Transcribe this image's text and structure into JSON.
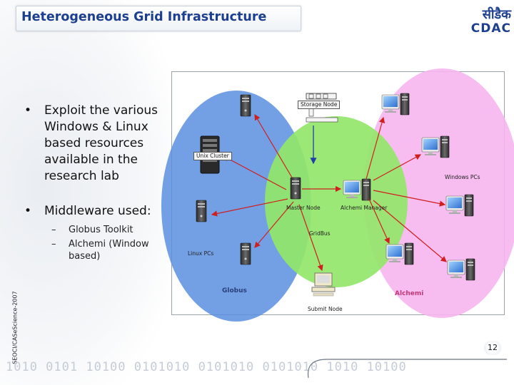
{
  "slide": {
    "title": "Heterogeneous Grid Infrastructure",
    "logo_hindi": "सीडैक",
    "logo_latin": "CDAC",
    "side_text": "SEOCI/CASeScience-2007",
    "footer_digits": "1010 0101 10100 0101010 0101010 0101010 1010 10100",
    "page_number": "12"
  },
  "bullets": [
    {
      "marker": "•",
      "text": "Exploit the various Windows & Linux based resources available in the research lab"
    },
    {
      "marker": "•",
      "text": "Middleware used:"
    }
  ],
  "sub_bullets": [
    {
      "marker": "–",
      "text": "Globus Toolkit"
    },
    {
      "marker": "–",
      "text": "Alchemi (Window based)"
    }
  ],
  "diagram": {
    "storage_node": "Storage Node",
    "unix_cluster": "Unix Cluster",
    "windows_pcs": "Windows PCs",
    "master_node": "Master Node",
    "alchemi_manager": "Alchemi Manager",
    "gridbus": "GridBus",
    "linux_pcs": "Linux PCs",
    "globus": "Globus",
    "alchemi": "Alchemi",
    "submit_node": "Submit Node"
  },
  "colors": {
    "title_text": "#1d3f8f",
    "globus_ellipse": "#5b8fe0",
    "gridbus_ellipse": "#93e66a",
    "alchemi_ellipse": "#f6b5ee",
    "arrow_red": "#d01f1f",
    "arrow_blue": "#1f3fa8"
  }
}
